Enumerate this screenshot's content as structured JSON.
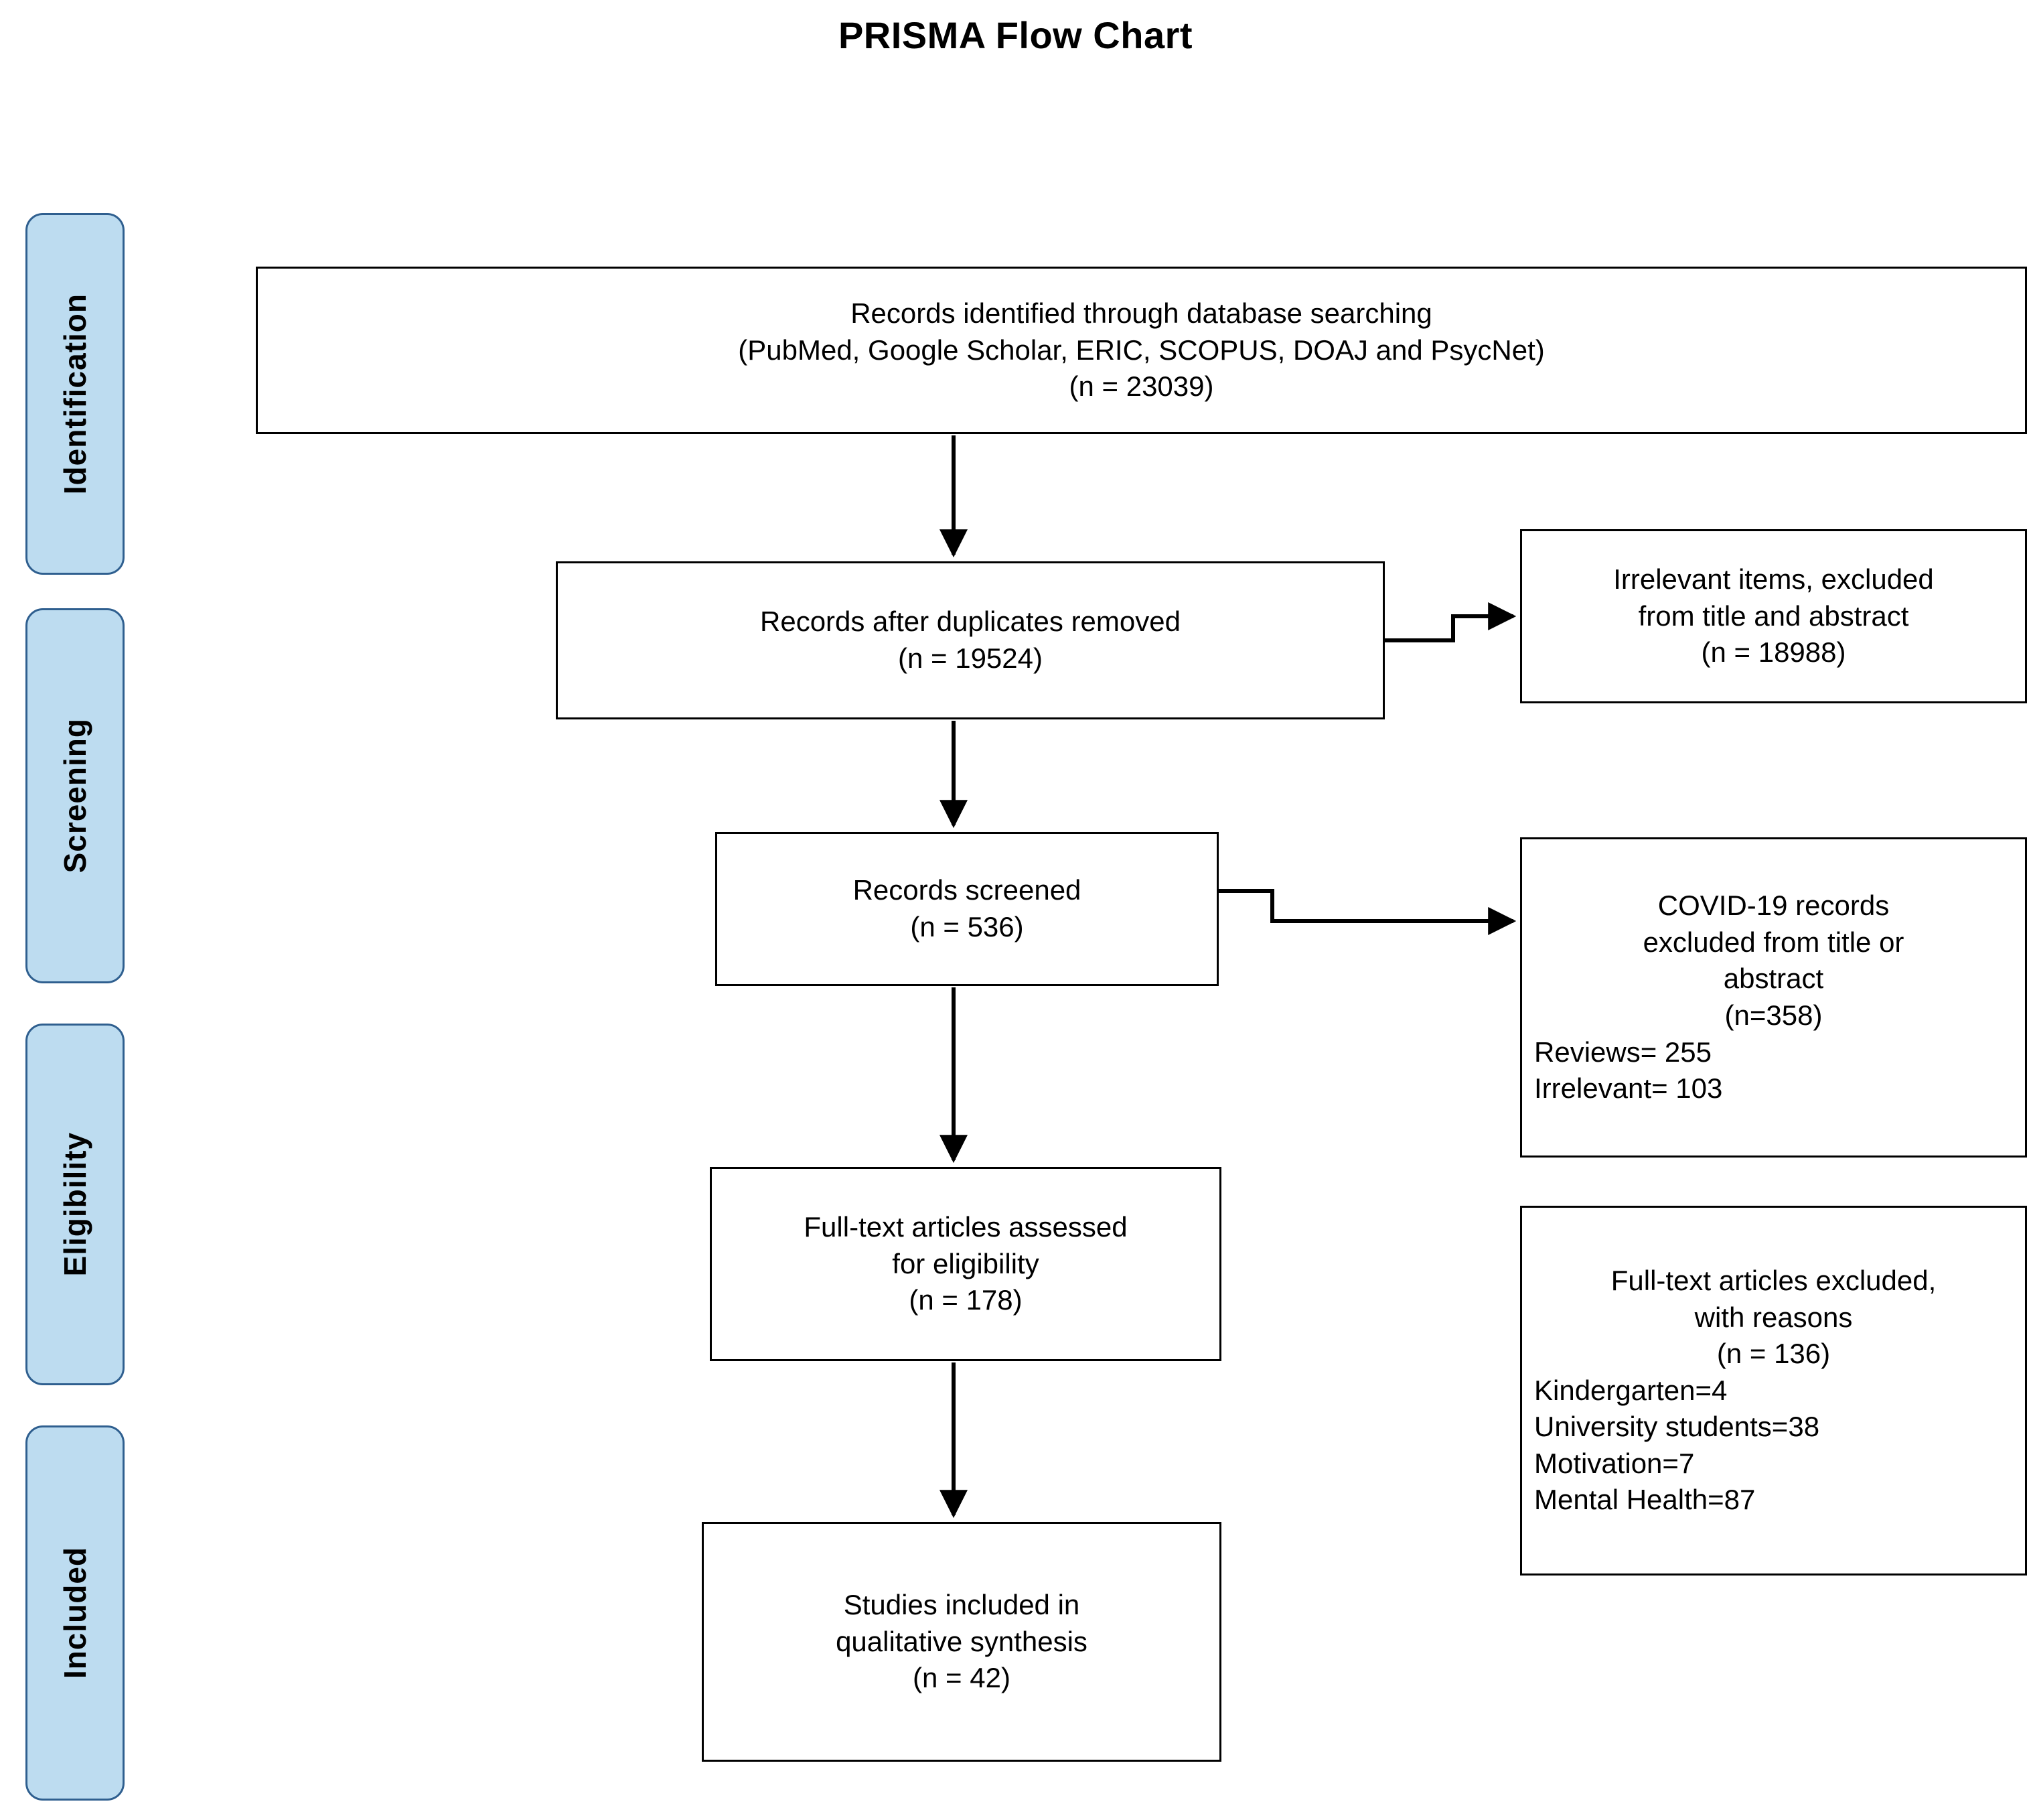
{
  "title": "PRISMA Flow Chart",
  "stages": [
    {
      "id": "identification",
      "label": "Identification"
    },
    {
      "id": "screening",
      "label": "Screening"
    },
    {
      "id": "eligibility",
      "label": "Eligibility"
    },
    {
      "id": "included",
      "label": "Included"
    }
  ],
  "boxes": {
    "identified": {
      "l1": "Records identified through database searching",
      "l2": "(PubMed, Google Scholar, ERIC, SCOPUS, DOAJ and PsycNet)",
      "l3": "(n = 23039)"
    },
    "duplicates": {
      "l1": "Records after duplicates removed",
      "l2": "(n = 19524)"
    },
    "irrelevant": {
      "l1": "Irrelevant items, excluded",
      "l2": "from title and abstract",
      "l3": "(n = 18988)"
    },
    "screened": {
      "l1": "Records screened",
      "l2": "(n = 536)"
    },
    "covid": {
      "l1": "COVID-19 records",
      "l2": "excluded from title or",
      "l3": "abstract",
      "l4": "(n=358)",
      "l5": "Reviews= 255",
      "l6": "Irrelevant= 103"
    },
    "fulltext": {
      "l1": "Full-text articles assessed",
      "l2": "for eligibility",
      "l3": "(n = 178)"
    },
    "excluded": {
      "l1": "Full-text articles excluded,",
      "l2": "with reasons",
      "l3": "(n = 136)",
      "l4": "Kindergarten=4",
      "l5": "University students=38",
      "l6": "Motivation=7",
      "l7": "Mental Health=87"
    },
    "included": {
      "l1": "Studies included in",
      "l2": "qualitative synthesis",
      "l3": "(n = 42)"
    }
  },
  "chart_data": {
    "type": "diagram",
    "title": "PRISMA Flow Chart",
    "stages": [
      "Identification",
      "Screening",
      "Eligibility",
      "Included"
    ],
    "nodes": [
      {
        "id": "identified",
        "stage": "Identification",
        "text": "Records identified through database searching (PubMed, Google Scholar, ERIC, SCOPUS, DOAJ and PsycNet)",
        "n": 23039
      },
      {
        "id": "duplicates",
        "stage": "Screening",
        "text": "Records after duplicates removed",
        "n": 19524
      },
      {
        "id": "irrelevant",
        "stage": "Screening",
        "text": "Irrelevant items, excluded from title and abstract",
        "n": 18988
      },
      {
        "id": "screened",
        "stage": "Screening",
        "text": "Records screened",
        "n": 536
      },
      {
        "id": "covid",
        "stage": "Screening",
        "text": "COVID-19 records excluded from title or abstract",
        "n": 358,
        "breakdown": {
          "Reviews": 255,
          "Irrelevant": 103
        }
      },
      {
        "id": "fulltext",
        "stage": "Eligibility",
        "text": "Full-text articles assessed for eligibility",
        "n": 178
      },
      {
        "id": "excluded",
        "stage": "Eligibility",
        "text": "Full-text articles excluded, with reasons",
        "n": 136,
        "breakdown": {
          "Kindergarten": 4,
          "University students": 38,
          "Motivation": 7,
          "Mental Health": 87
        }
      },
      {
        "id": "included",
        "stage": "Included",
        "text": "Studies included in qualitative synthesis",
        "n": 42
      }
    ],
    "edges": [
      {
        "from": "identified",
        "to": "duplicates",
        "direction": "down"
      },
      {
        "from": "duplicates",
        "to": "irrelevant",
        "direction": "right"
      },
      {
        "from": "duplicates",
        "to": "screened",
        "direction": "down"
      },
      {
        "from": "screened",
        "to": "covid",
        "direction": "right"
      },
      {
        "from": "screened",
        "to": "fulltext",
        "direction": "down"
      },
      {
        "from": "fulltext",
        "to": "included",
        "direction": "down"
      }
    ],
    "colors": {
      "stage_fill": "#bddcf0",
      "stage_border": "#2f5f8f",
      "box_border": "#000000",
      "background": "#ffffff",
      "text": "#000000"
    }
  }
}
